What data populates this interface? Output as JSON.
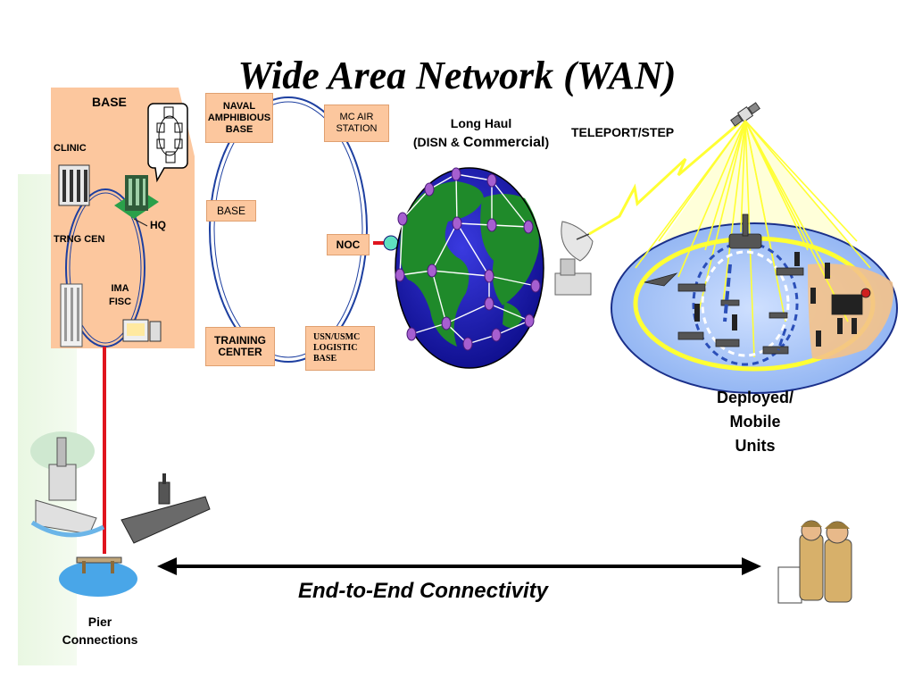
{
  "title": "Wide Area Network (WAN)",
  "base_panel": {
    "heading": "BASE",
    "clinic": "CLINIC",
    "hq": "HQ",
    "trng_cen": "TRNG CEN",
    "ima_fisc": [
      "IMA",
      "FISC"
    ]
  },
  "ring_nodes": {
    "naval_amphibious_base": [
      "NAVAL",
      "AMPHIBIOUS",
      "BASE"
    ],
    "mc_air_station": [
      "MC AIR",
      "STATION"
    ],
    "base": "BASE",
    "noc": "NOC",
    "training_center": [
      "TRAINING",
      "CENTER"
    ],
    "usn_usmc_logistic_base": [
      "USN/USMC",
      "LOGISTIC",
      "BASE"
    ]
  },
  "long_haul": {
    "line1": "Long Haul",
    "line2_prefix": "(DISN & ",
    "line2_main": "Commercial",
    "line2_suffix": ")"
  },
  "teleport": "TELEPORT/STEP",
  "deployed": [
    "Deployed/",
    "Mobile",
    "Units"
  ],
  "pier": [
    "Pier",
    "Connections"
  ],
  "end_to_end": "End-to-End Connectivity",
  "icons": [
    "globe-icon",
    "satellite-icon",
    "satellite-dish-icon",
    "ship-icon",
    "aircraft-carrier-icon",
    "pier-icon",
    "soldiers-icon",
    "building-icon",
    "hospital-icon",
    "computer-icon"
  ],
  "colors": {
    "panel": "#fcc79e",
    "ocean": "#1414b4",
    "land": "#1f8a2a",
    "beam": "#ffff33",
    "link_red": "#e0141e",
    "ring": "#1d3fa0"
  }
}
